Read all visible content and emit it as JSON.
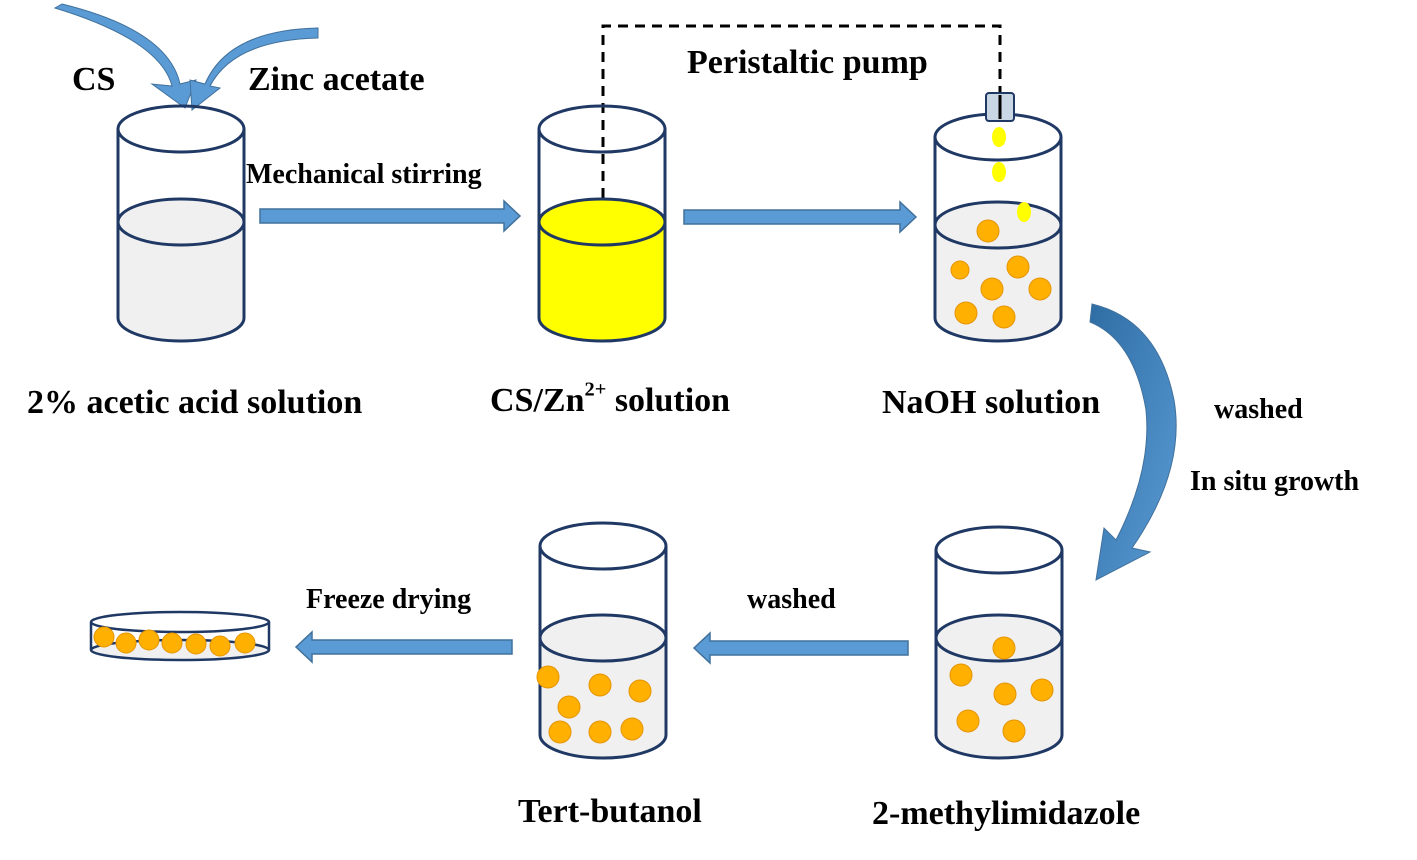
{
  "inputs": {
    "cs": "CS",
    "zinc": "Zinc acetate"
  },
  "pump": {
    "label": "Peristaltic pump"
  },
  "steps": {
    "mechanical_stirring": "Mechanical stirring",
    "washed_right": "washed",
    "in_situ_growth": "In situ growth",
    "washed_bottom": "washed",
    "freeze_drying": "Freeze drying"
  },
  "beakers": {
    "acetic": {
      "label": "2% acetic acid solution",
      "liquid_color": "#f0f0f0"
    },
    "cszn": {
      "label_main": "CS/Zn",
      "label_sup": "2+",
      "label_tail": " solution",
      "liquid_color": "#ffff00"
    },
    "naoh": {
      "label": "NaOH solution",
      "liquid_color": "#f0f0f0"
    },
    "methylimidazole": {
      "label": "2-methylimidazole",
      "liquid_color": "#f0f0f0"
    },
    "tertbutanol": {
      "label": "Tert-butanol",
      "liquid_color": "#f0f0f0"
    }
  },
  "colors": {
    "arrow": "#5b9bd5",
    "arrow_dark": "#41719c",
    "bead": "#ffb000",
    "droplet": "#ffff00",
    "outline": "#1f3864"
  }
}
